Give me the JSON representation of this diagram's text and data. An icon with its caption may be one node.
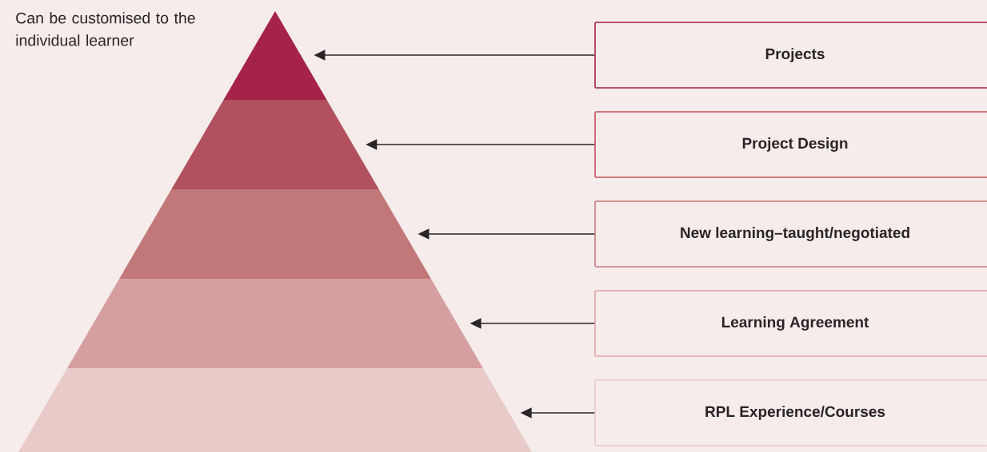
{
  "diagram": {
    "nodes": [
      {
        "text": [],
        "shape": "triangle"
      },
      {
        "text": [],
        "shape": "band"
      },
      {
        "text": [],
        "shape": "band"
      },
      {
        "text": [],
        "shape": "band"
      },
      {
        "text": [],
        "shape": "band"
      },
      {
        "text": [
          "Projects"
        ]
      },
      {
        "text": [
          "Project Design"
        ]
      },
      {
        "text": [
          "New learning–taught/negotiated"
        ]
      },
      {
        "text": [
          "Learning Agreement"
        ]
      },
      {
        "text": [
          "RPL Experience/Courses"
        ]
      }
    ],
    "edges": [
      {
        "from": 5,
        "to": 0,
        "arrow": "to"
      },
      {
        "from": 6,
        "to": 1,
        "arrow": "to"
      },
      {
        "from": 7,
        "to": 2,
        "arrow": "to"
      },
      {
        "from": 8,
        "to": 3,
        "arrow": "to"
      },
      {
        "from": 9,
        "to": 4,
        "arrow": "to"
      }
    ],
    "labels": [
      "Can be customised to the individual learner"
    ]
  }
}
